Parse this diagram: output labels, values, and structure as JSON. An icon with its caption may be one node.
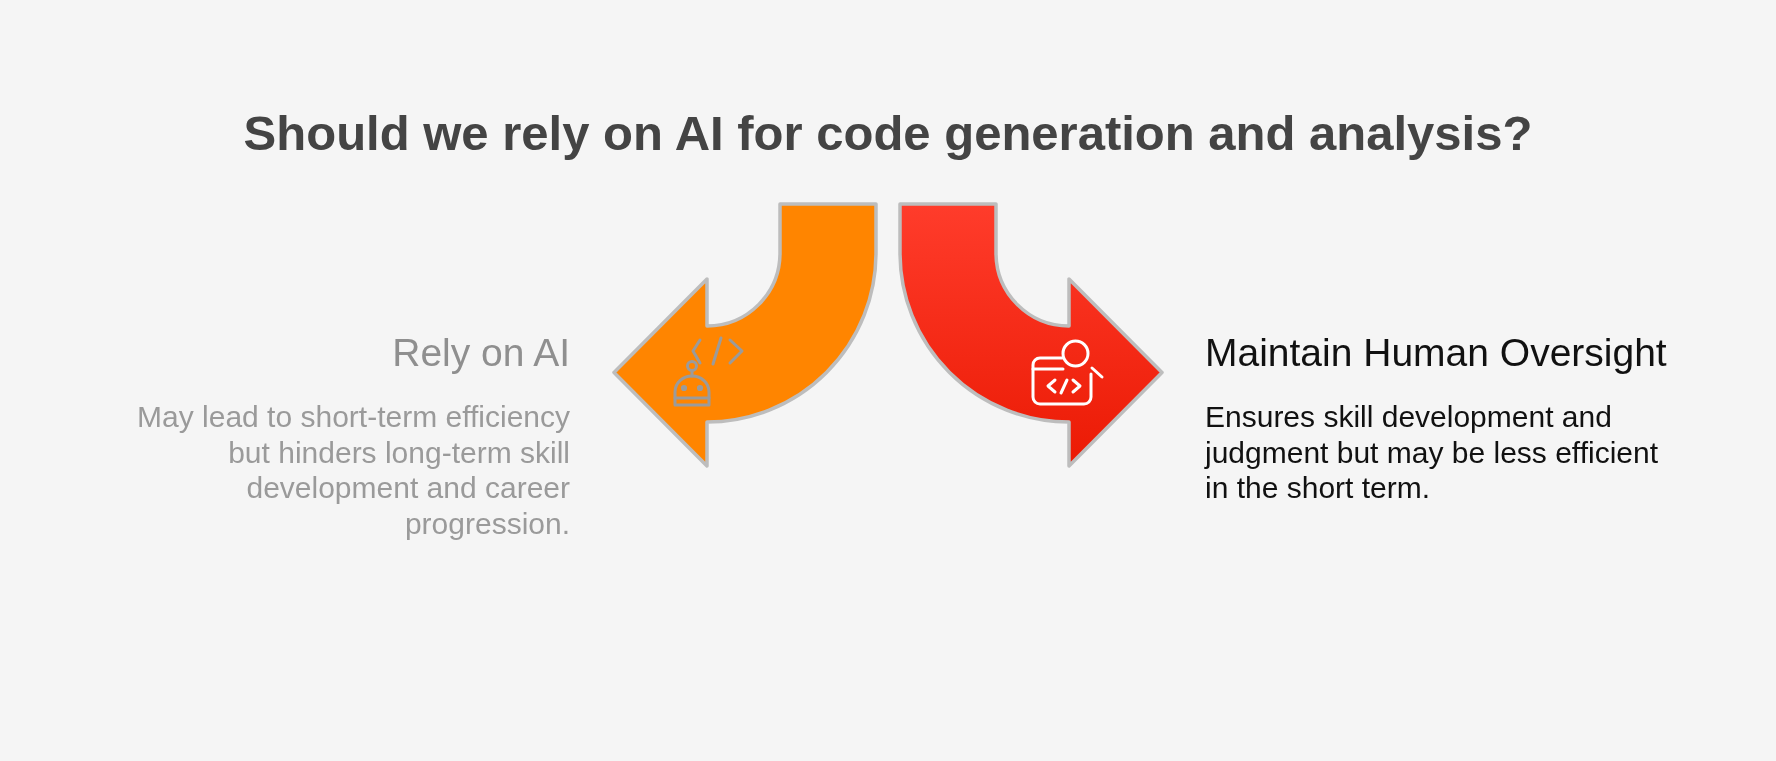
{
  "diagram": {
    "title": "Should we rely on AI for code generation and analysis?",
    "nodes": [
      {
        "text": [],
        "shape": "arrow",
        "beside": [
          "Rely on AI",
          "May lead to short-term efficiency but hinders long-term skill development and career progression."
        ]
      },
      {
        "text": [],
        "shape": "arrow",
        "beside": [
          "Maintain Human Oversight",
          "Ensures skill development and judgment but may be less efficient in the short term."
        ]
      }
    ]
  }
}
